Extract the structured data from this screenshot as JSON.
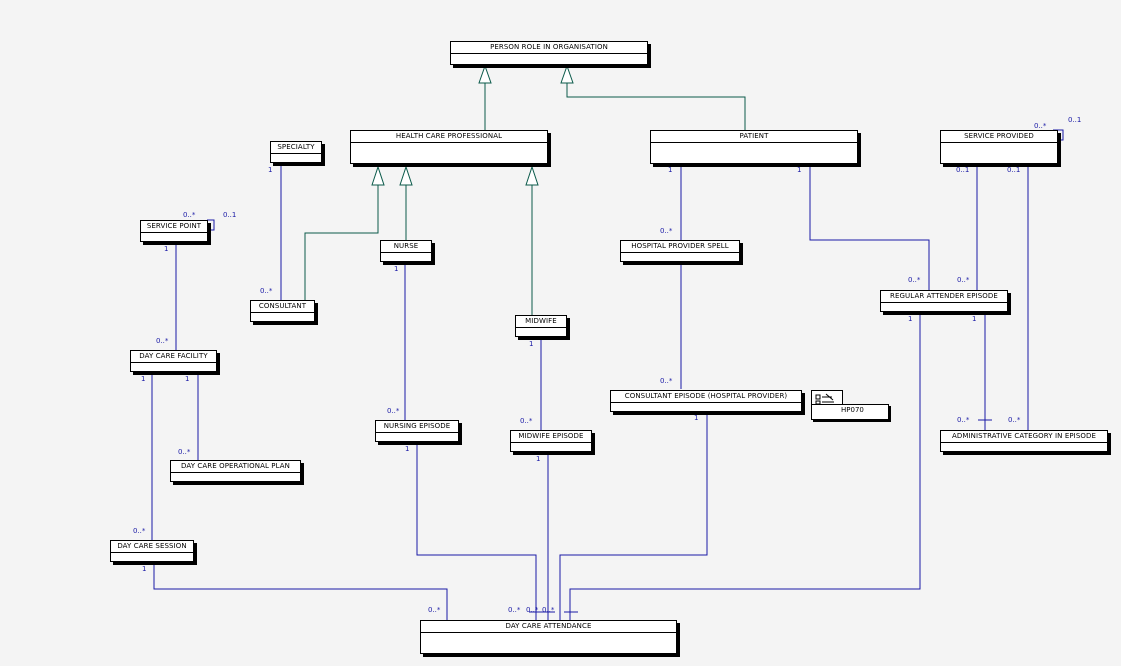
{
  "colors": {
    "line": "#1a1aa6",
    "generalization": "#0b5a4a",
    "box_border": "#000000",
    "background": "#f4f4f4"
  },
  "classes": {
    "person_role": "PERSON ROLE IN ORGANISATION",
    "health_care_professional": "HEALTH CARE PROFESSIONAL",
    "patient": "PATIENT",
    "service_provided": "SERVICE PROVIDED",
    "specialty": "SPECIALTY",
    "service_point": "SERVICE POINT",
    "nurse": "NURSE",
    "hospital_provider_spell": "HOSPITAL PROVIDER SPELL",
    "consultant": "CONSULTANT",
    "regular_attender_episode": "REGULAR ATTENDER EPISODE",
    "midwife": "MIDWIFE",
    "day_care_facility": "DAY CARE FACILITY",
    "consultant_episode": "CONSULTANT EPISODE (HOSPITAL PROVIDER)",
    "nursing_episode": "NURSING EPISODE",
    "midwife_episode": "MIDWIFE EPISODE",
    "administrative_category": "ADMINISTRATIVE CATEGORY IN EPISODE",
    "day_care_operational_plan": "DAY CARE OPERATIONAL PLAN",
    "day_care_session": "DAY CARE SESSION",
    "day_care_attendance": "DAY CARE ATTENDANCE"
  },
  "multiplicities": {
    "sp_self_many": "0..*",
    "sp_self_one": "0..1",
    "svc_self_many": "0..*",
    "svc_self_one": "0..1",
    "specialty_one": "1",
    "consultant_many": "0..*",
    "service_point_one": "1",
    "dcf_many": "0..*",
    "dcf_one_a": "1",
    "dcf_one_b": "1",
    "dcop_many": "0..*",
    "dcs_many": "0..*",
    "dcs_one": "1",
    "nurse_one": "1",
    "ne_many": "0..*",
    "ne_one": "1",
    "midwife_one": "1",
    "me_many": "0..*",
    "me_one": "1",
    "patient_one_a": "1",
    "patient_one_b": "1",
    "hps_many": "0..*",
    "ce_many": "0..*",
    "ce_one": "1",
    "rae_many_a": "0..*",
    "rae_many_b": "0..*",
    "svc_one_a": "0..1",
    "svc_one_b": "0..1",
    "rae_one_a": "1",
    "rae_one_b": "1",
    "aci_many_a": "0..*",
    "aci_many_b": "0..*",
    "dca_many_a": "0..*",
    "dca_many_b": "0..*",
    "dca_many_c": "0..*",
    "dca_many_d": "0..*"
  },
  "stamp": {
    "label": "HP070"
  }
}
